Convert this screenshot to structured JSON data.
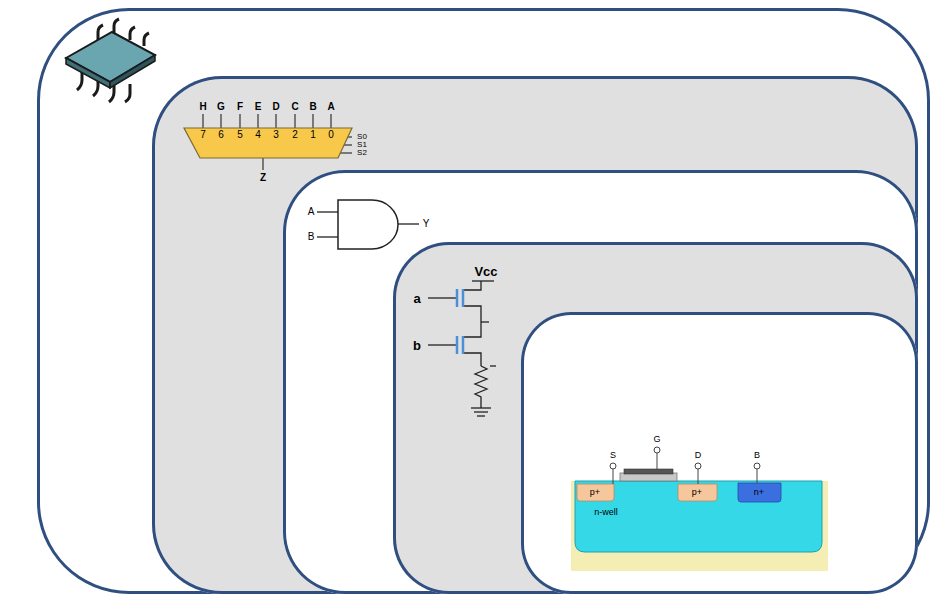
{
  "diagram": {
    "nodes": [
      {
        "text": [
          "H",
          "G",
          "F",
          "E",
          "D",
          "C",
          "B",
          "A",
          "7",
          "6",
          "5",
          "4",
          "3",
          "2",
          "1",
          "0",
          "S0",
          "S1",
          "S2",
          "Z"
        ]
      },
      {
        "text": [
          "A",
          "B",
          "Y"
        ],
        "in": 0
      },
      {
        "text": [
          "Vcc",
          "a",
          "b"
        ],
        "in": 1
      },
      {
        "text": [
          "S",
          "G",
          "D",
          "B",
          "p+",
          "p+",
          "n+",
          "n-well"
        ],
        "in": 2
      }
    ]
  }
}
